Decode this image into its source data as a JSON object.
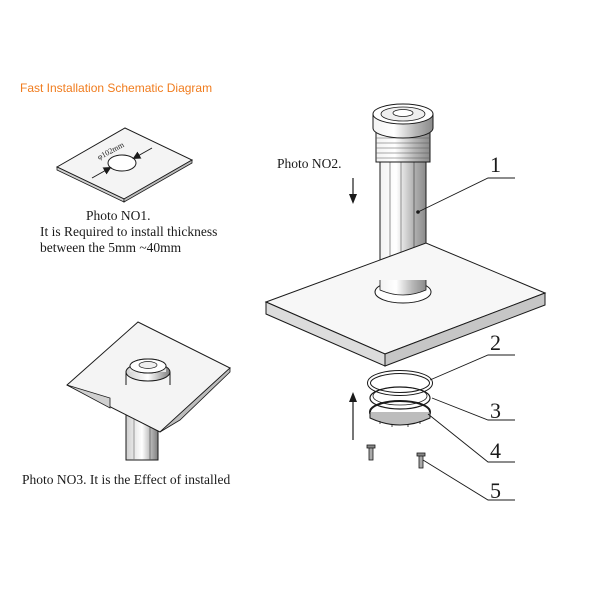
{
  "header": {
    "title": "Fast Installation Schematic Diagram",
    "title_color": "#f07c1e"
  },
  "photo1": {
    "dimension_label": "φ102mm",
    "caption_line1": "Photo NO1.",
    "caption_line2": "It is Required to install thickness",
    "caption_line3": "between the 5mm ~40mm"
  },
  "photo2": {
    "caption": "Photo NO2."
  },
  "photo3": {
    "caption": "Photo NO3. It is the Effect of installed"
  },
  "callouts": [
    "1",
    "2",
    "3",
    "4",
    "5"
  ],
  "colors": {
    "line": "#1a1a1a",
    "cylinder_shade": "#9a9a9a",
    "light_shade": "#d9d9d9"
  }
}
